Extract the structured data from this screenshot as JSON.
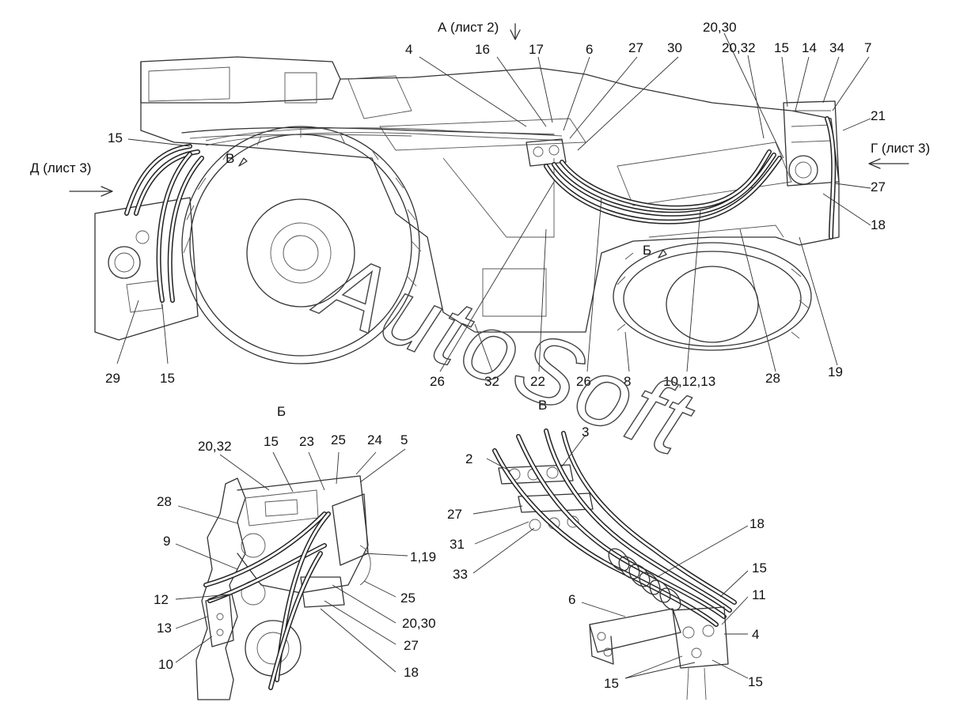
{
  "watermark": "AutoSoft",
  "main_view": {
    "view_refs": {
      "top_arrow": "А (лист 2)",
      "left_arrow": "Д (лист 3)",
      "right_arrow": "Г (лист 3)",
      "mark_b": "Б",
      "mark_v": "В"
    },
    "callouts": [
      "4",
      "16",
      "17",
      "6",
      "27",
      "30",
      "20,30",
      "20,32",
      "15",
      "14",
      "34",
      "7",
      "21",
      "27",
      "18",
      "15",
      "29",
      "15",
      "26",
      "32",
      "22",
      "26",
      "8",
      "10,12,13",
      "28",
      "19"
    ]
  },
  "view_b": {
    "title": "Б",
    "callouts": [
      "20,32",
      "15",
      "23",
      "25",
      "24",
      "5",
      "28",
      "9",
      "1,19",
      "12",
      "13",
      "25",
      "20,30",
      "10",
      "27",
      "18"
    ]
  },
  "view_v": {
    "title": "В",
    "callouts": [
      "3",
      "2",
      "27",
      "31",
      "33",
      "18",
      "15",
      "11",
      "6",
      "4",
      "15",
      "15"
    ]
  }
}
